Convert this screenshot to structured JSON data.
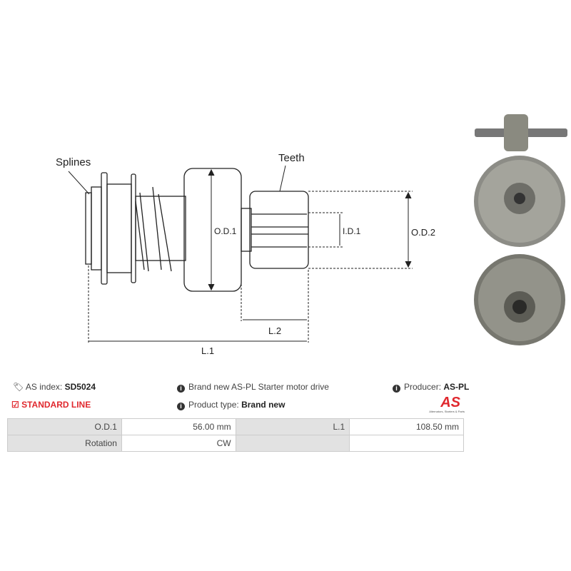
{
  "diagram": {
    "labels": {
      "splines": "Splines",
      "teeth": "Teeth",
      "od1": "O.D.1",
      "id1": "I.D.1",
      "od2": "O.D.2",
      "l2": "L.2",
      "l1": "L.1"
    }
  },
  "info": {
    "as_index_label": "AS index:",
    "as_index_value": "SD5024",
    "standard_line": "STANDARD LINE",
    "description": "Brand new AS-PL Starter motor drive",
    "product_type_label": "Product type:",
    "product_type_value": "Brand new",
    "producer_label": "Producer:",
    "producer_value": "AS-PL",
    "logo_text": "AS",
    "logo_tagline": "Alternators, Starters & Parts"
  },
  "specs": [
    {
      "label1": "O.D.1",
      "value1": "56.00 mm",
      "label2": "L.1",
      "value2": "108.50 mm"
    },
    {
      "label1": "Rotation",
      "value1": "CW",
      "label2": "",
      "value2": ""
    }
  ],
  "colors": {
    "accent": "#e0282e"
  }
}
